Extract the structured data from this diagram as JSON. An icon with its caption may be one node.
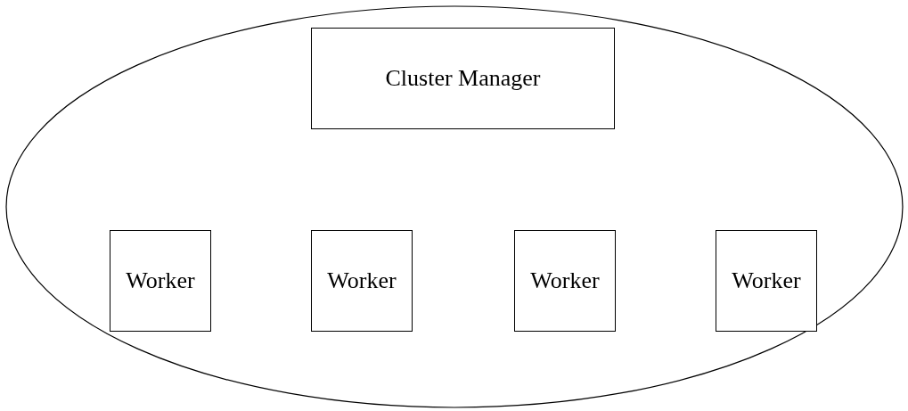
{
  "diagram": {
    "nodes": [
      {
        "text": [],
        "shape": "ellipse"
      },
      {
        "text": [
          "Cluster Manager"
        ],
        "in": 0
      },
      {
        "text": [
          "Worker"
        ],
        "in": 0
      },
      {
        "text": [
          "Worker"
        ],
        "in": 0
      },
      {
        "text": [
          "Worker"
        ],
        "in": 0
      },
      {
        "text": [
          "Worker"
        ],
        "in": 0
      }
    ],
    "edges": []
  }
}
